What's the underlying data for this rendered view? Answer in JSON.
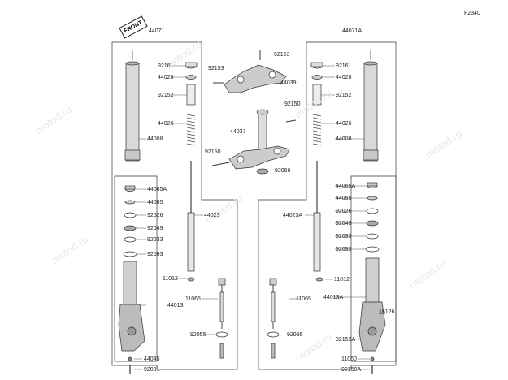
{
  "diagram_code": "F2340",
  "front_label": "FRONT",
  "watermark": "motod.ru",
  "labels": {
    "l44071": "44071",
    "l44071A": "44071A",
    "l92161_l": "92161",
    "l44028_l": "44028",
    "l92152_l": "92152",
    "l44026_l": "44026",
    "l44008_l": "44008",
    "l44065A_l": "44065A",
    "l44065_l": "44065",
    "l92026_l": "92026",
    "l92049_l": "92049",
    "l92033_l": "92033",
    "l92093_l": "92093",
    "l44023": "44023",
    "l11012_l": "11012",
    "l11065_l": "11065",
    "l44013": "44013",
    "l92055_l": "92055",
    "l44045": "44045",
    "l92001": "92001",
    "l92153_top": "92153",
    "l92153_mid": "92153",
    "l44039": "44039",
    "l92150_top": "92150",
    "l44037": "44037",
    "l92150_bot": "92150",
    "l92066": "92066",
    "l92161_r": "92161",
    "l44028_r": "44028",
    "l92152_r": "92152",
    "l44026_r": "44026",
    "l44008_r": "44008",
    "l44065A_r": "44065A",
    "l44065_r": "44065",
    "l92026_r": "92026",
    "l92049_r": "92049",
    "l92033_r": "92033",
    "l92093_r": "92093",
    "l44023A": "44023A",
    "l11012_r": "11012",
    "l11065_r": "11065",
    "l44013A": "44013A",
    "l16126": "16126",
    "l92153A": "92153A",
    "l92055_r": "92055",
    "l11060": "11060",
    "l92150A": "92150A"
  }
}
